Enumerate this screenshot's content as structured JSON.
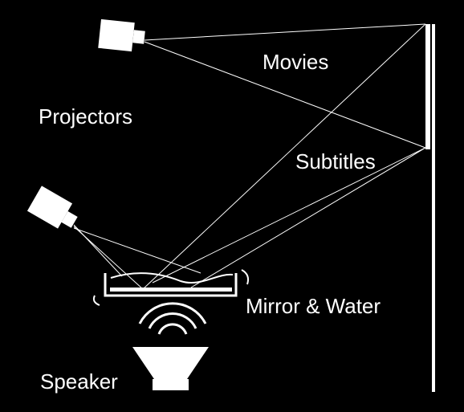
{
  "labels": {
    "movies": "Movies",
    "projectors": "Projectors",
    "subtitles": "Subtitles",
    "mirror_water": "Mirror & Water",
    "speaker": "Speaker"
  },
  "colors": {
    "background": "#000000",
    "foreground": "#ffffff"
  }
}
